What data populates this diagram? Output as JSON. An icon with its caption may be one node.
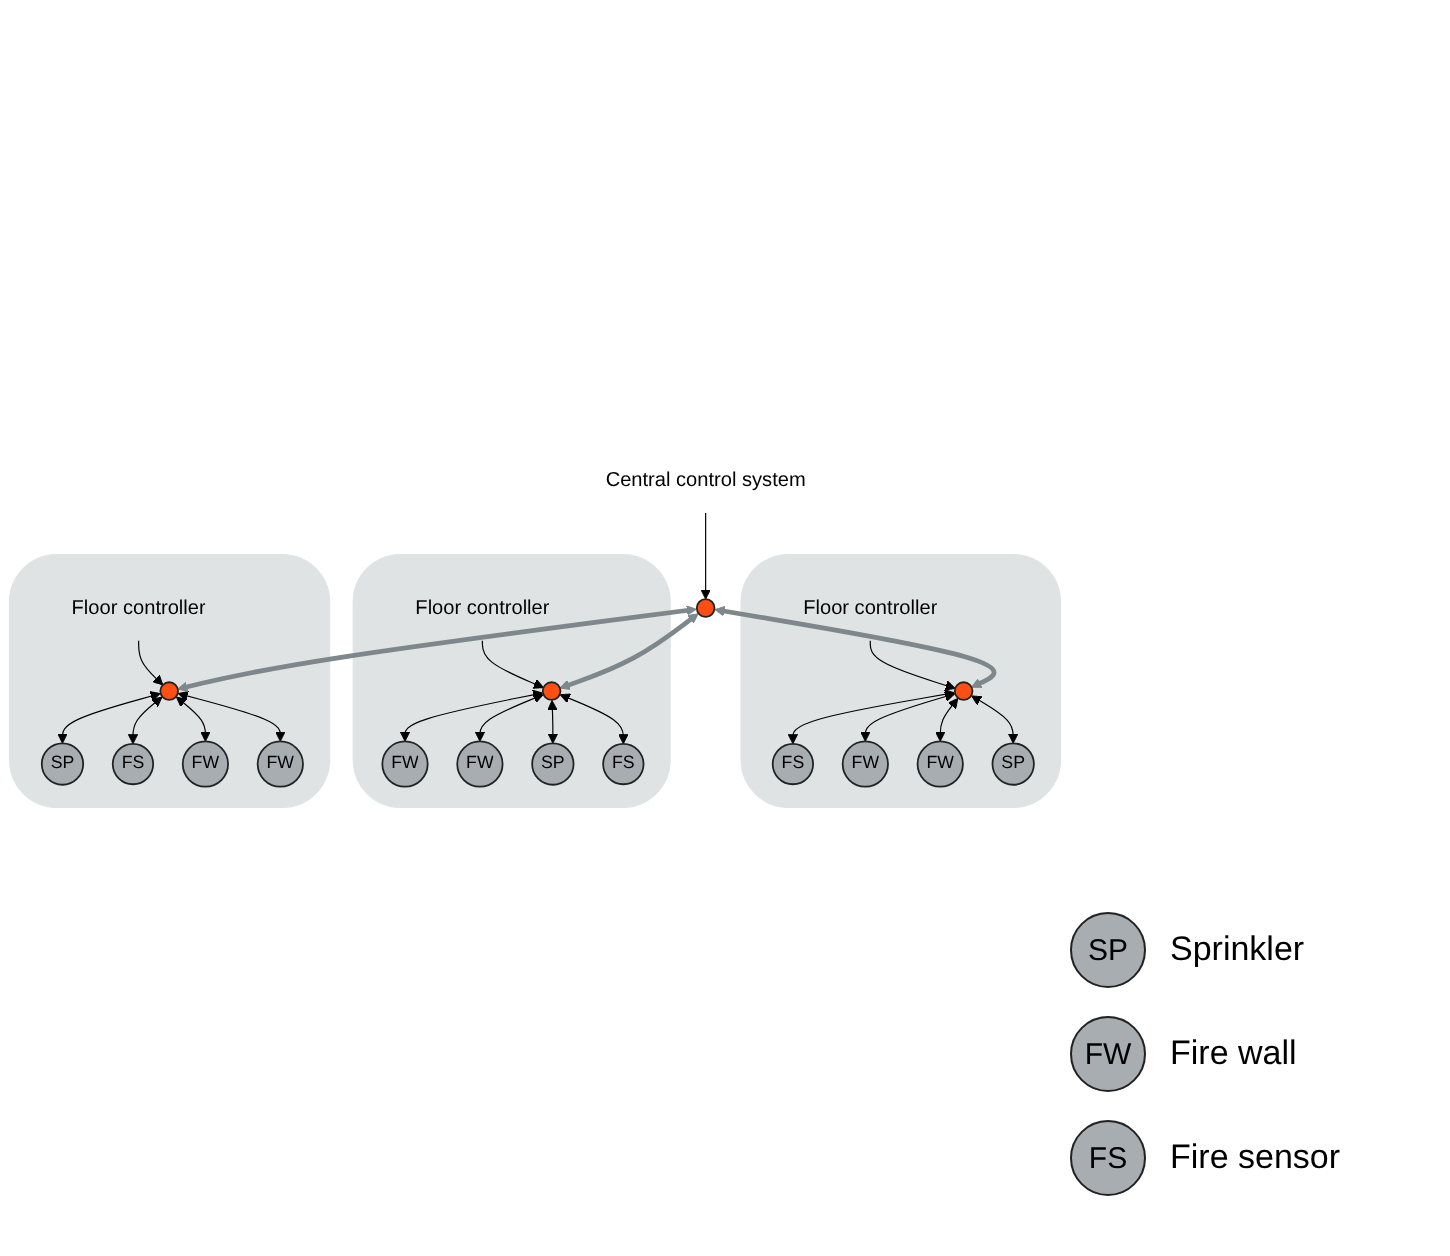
{
  "diagram": {
    "nodes": [
      {
        "text": [],
        "shape": "cloud"
      },
      {
        "text": [
          "FS"
        ],
        "in": 0
      },
      {
        "text": [
          "FW"
        ],
        "in": 0
      },
      {
        "text": [],
        "shape": "circle",
        "in": 0
      },
      {
        "text": [
          "FW"
        ],
        "in": 0
      },
      {
        "text": [
          "SP"
        ],
        "in": 0
      },
      {
        "text": [
          "Floor controller"
        ],
        "in": 0
      },
      {
        "text": [],
        "shape": "cloud"
      },
      {
        "text": [
          "FW"
        ],
        "in": 7
      },
      {
        "text": [
          "FW"
        ],
        "in": 7
      },
      {
        "text": [],
        "shape": "circle",
        "in": 7
      },
      {
        "text": [
          "SP"
        ],
        "in": 7
      },
      {
        "text": [
          "FS"
        ],
        "in": 7
      },
      {
        "text": [
          "Floor controller"
        ],
        "in": 7
      },
      {
        "text": [],
        "shape": "circle"
      },
      {
        "text": [
          "Central control system"
        ]
      },
      {
        "text": [],
        "shape": "cloud"
      },
      {
        "text": [
          "SP"
        ],
        "in": 16
      },
      {
        "text": [
          "FS"
        ],
        "in": 16
      },
      {
        "text": [],
        "shape": "circle",
        "in": 16
      },
      {
        "text": [
          "FW"
        ],
        "in": 16
      },
      {
        "text": [
          "FW"
        ],
        "in": 16
      },
      {
        "text": [
          "Floor controller"
        ],
        "in": 16
      }
    ],
    "edges": [
      {
        "from": 3,
        "to": 1,
        "arrow": "both"
      },
      {
        "from": 3,
        "to": 2,
        "arrow": "both"
      },
      {
        "from": 3,
        "to": 4,
        "arrow": "both"
      },
      {
        "from": 3,
        "to": 5,
        "arrow": "both"
      },
      {
        "from": 6,
        "to": 3,
        "arrow": "to"
      },
      {
        "from": 10,
        "to": 8,
        "arrow": "both"
      },
      {
        "from": 10,
        "to": 9,
        "arrow": "both"
      },
      {
        "from": 10,
        "to": 11,
        "arrow": "both"
      },
      {
        "from": 10,
        "to": 12,
        "arrow": "both"
      },
      {
        "from": 13,
        "to": 10,
        "arrow": "to"
      },
      {
        "from": 15,
        "to": 14,
        "arrow": "to"
      },
      {
        "from": 19,
        "to": 17,
        "arrow": "both"
      },
      {
        "from": 19,
        "to": 18,
        "arrow": "both"
      },
      {
        "from": 19,
        "to": 20,
        "arrow": "both"
      },
      {
        "from": 19,
        "to": 21,
        "arrow": "both"
      },
      {
        "from": 22,
        "to": 19,
        "arrow": "to"
      },
      {
        "from": 14,
        "to": 3,
        "arrow": "both",
        "style": "thick",
        "color": "#7d878c"
      },
      {
        "from": 14,
        "to": 10,
        "arrow": "both",
        "style": "thick",
        "color": "#7d878c"
      },
      {
        "from": 14,
        "to": 19,
        "arrow": "both",
        "style": "thick",
        "color": "#7d878c"
      }
    ],
    "labels": [
      "SP",
      "FW",
      "FS"
    ],
    "legend": [
      {
        "text": "Sprinkler"
      },
      {
        "text": "Fire wall"
      },
      {
        "text": "Fire sensor"
      }
    ]
  }
}
